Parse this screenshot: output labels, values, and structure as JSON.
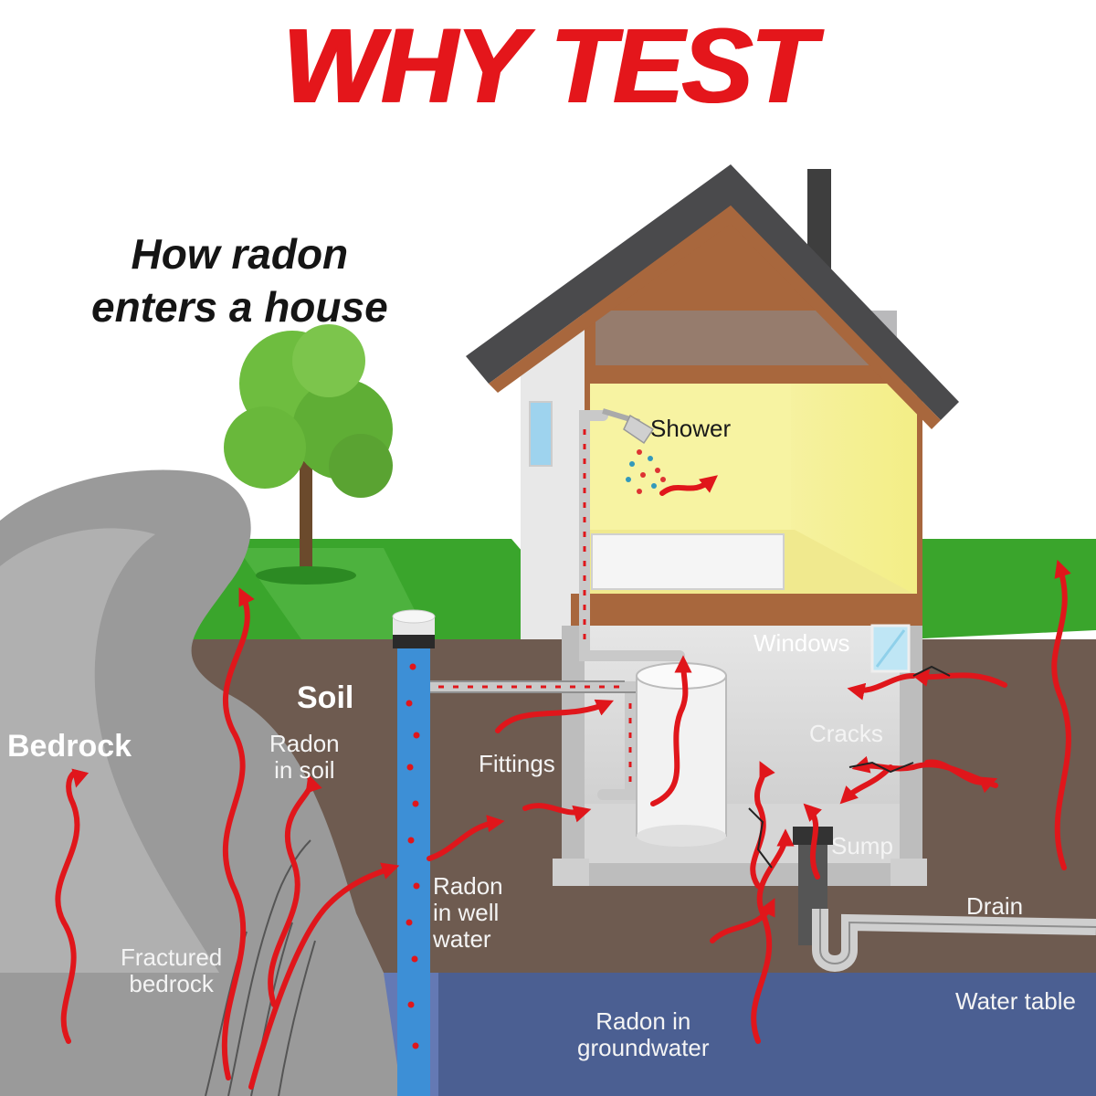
{
  "header": {
    "title": "WHY TEST"
  },
  "diagram": {
    "subtitle_line1": "How radon",
    "subtitle_line2": "enters a house",
    "labels": {
      "shower": "Shower",
      "windows": "Windows",
      "soil": "Soil",
      "bedrock": "Bedrock",
      "radon_in_soil_1": "Radon",
      "radon_in_soil_2": "in soil",
      "fittings": "Fittings",
      "cracks": "Cracks",
      "sump": "Sump",
      "radon_in_well_water_1": "Radon",
      "radon_in_well_water_2": "in well",
      "radon_in_well_water_3": "water",
      "drain": "Drain",
      "fractured_bedrock_1": "Fractured",
      "fractured_bedrock_2": "bedrock",
      "water_table": "Water table",
      "radon_in_groundwater_1": "Radon in",
      "radon_in_groundwater_2": "groundwater"
    },
    "colors": {
      "headline_red": "#e4161b",
      "radon_red": "#e0161b",
      "grass": "#3aa52c",
      "soil": "#6e5b50",
      "groundwater": "#4b5f92",
      "bedrock": "#9a9a9a",
      "roof": "#4a4a4c",
      "roof_trim": "#a8673d",
      "well_water": "#3d8fd6",
      "room_light": "#f7f3a2"
    }
  }
}
